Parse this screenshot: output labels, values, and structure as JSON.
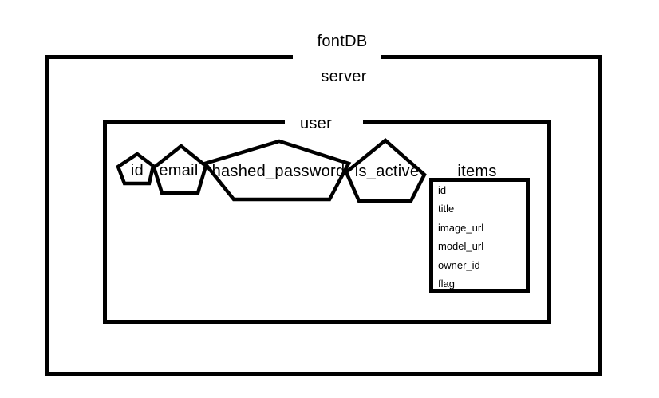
{
  "canvas": {
    "background": "#ffffff",
    "stroke_color": "#000000"
  },
  "diagram": {
    "db_title": "fontDB",
    "server_box": {
      "label": "server"
    },
    "user_box": {
      "label": "user"
    },
    "user_fields": [
      {
        "label": "id",
        "shape": "pentagon"
      },
      {
        "label": "email",
        "shape": "pentagon"
      },
      {
        "label": "hashed_password",
        "shape": "pentagon"
      },
      {
        "label": "is_active",
        "shape": "pentagon"
      }
    ],
    "items_table": {
      "title": "items",
      "fields": [
        "id",
        "title",
        "image_url",
        "model_url",
        "owner_id",
        "flag"
      ]
    }
  }
}
